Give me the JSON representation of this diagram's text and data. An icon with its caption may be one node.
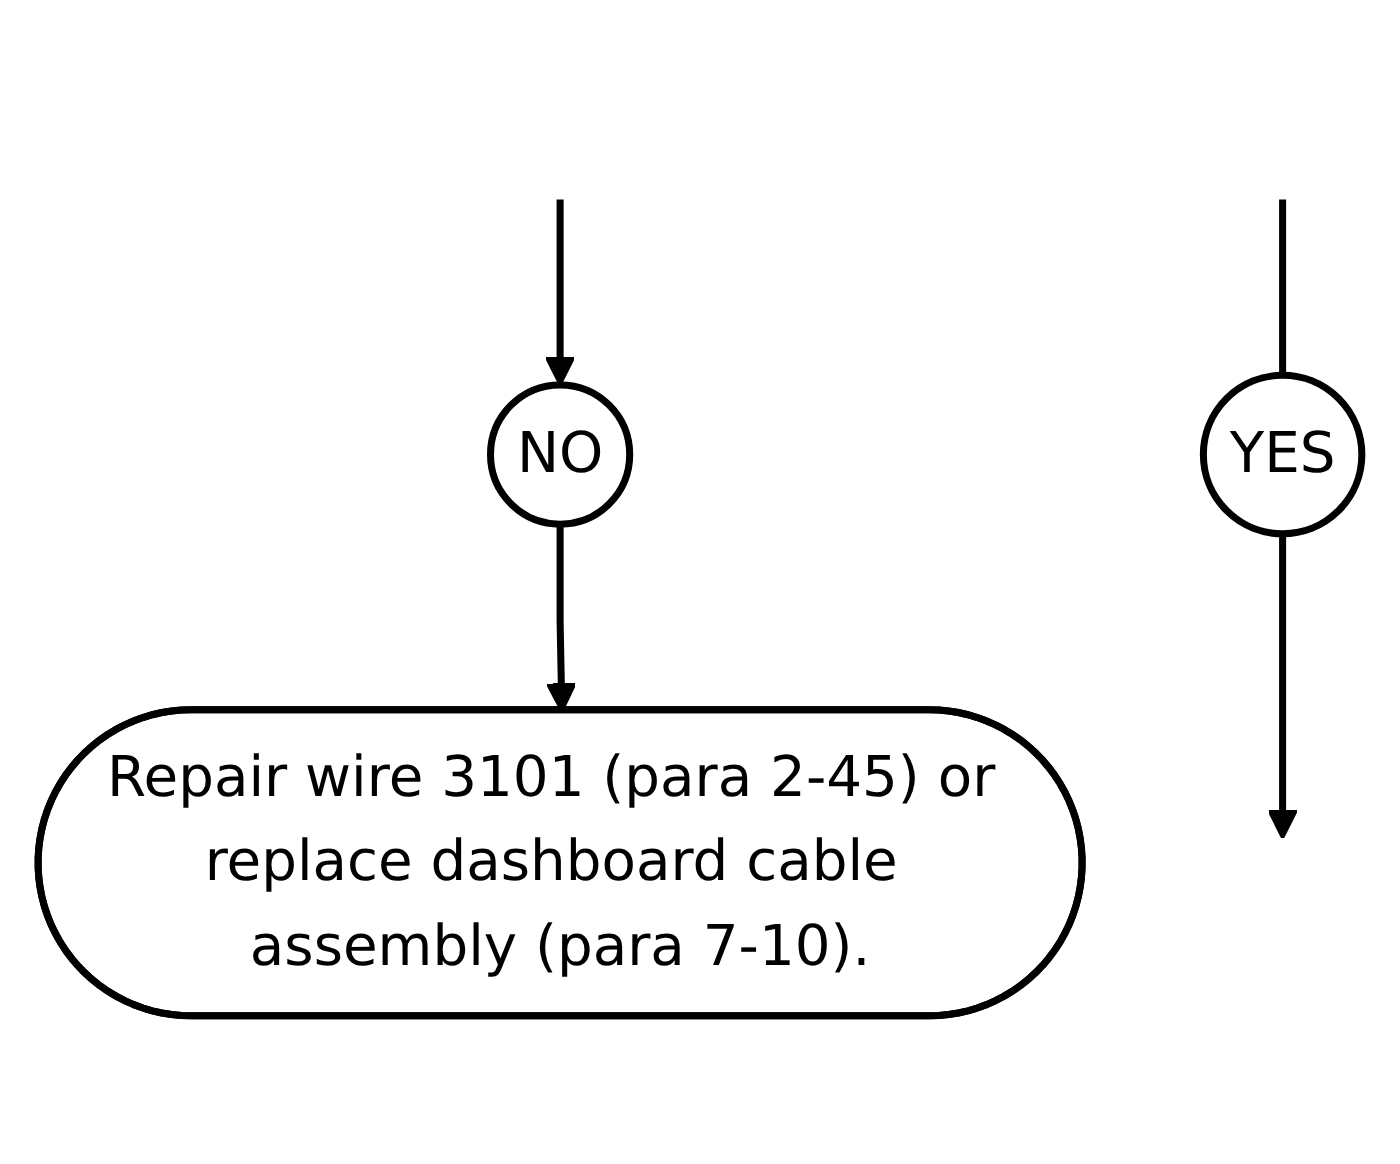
{
  "diagram": {
    "nodes": [
      {
        "text": [
          "NO"
        ]
      },
      {
        "text": [
          "Repair wire 3101 (para 2-45) or replace dashboard cable assembly (para 7-10)."
        ]
      },
      {
        "text": [
          "YES"
        ]
      }
    ],
    "edges": [
      {
        "from": null,
        "to": 0,
        "arrow": "to"
      },
      {
        "from": 0,
        "to": 1,
        "arrow": "to"
      },
      {
        "from": null,
        "to": 2,
        "arrow": "none"
      },
      {
        "from": 2,
        "to": null,
        "arrow": "to"
      }
    ]
  }
}
